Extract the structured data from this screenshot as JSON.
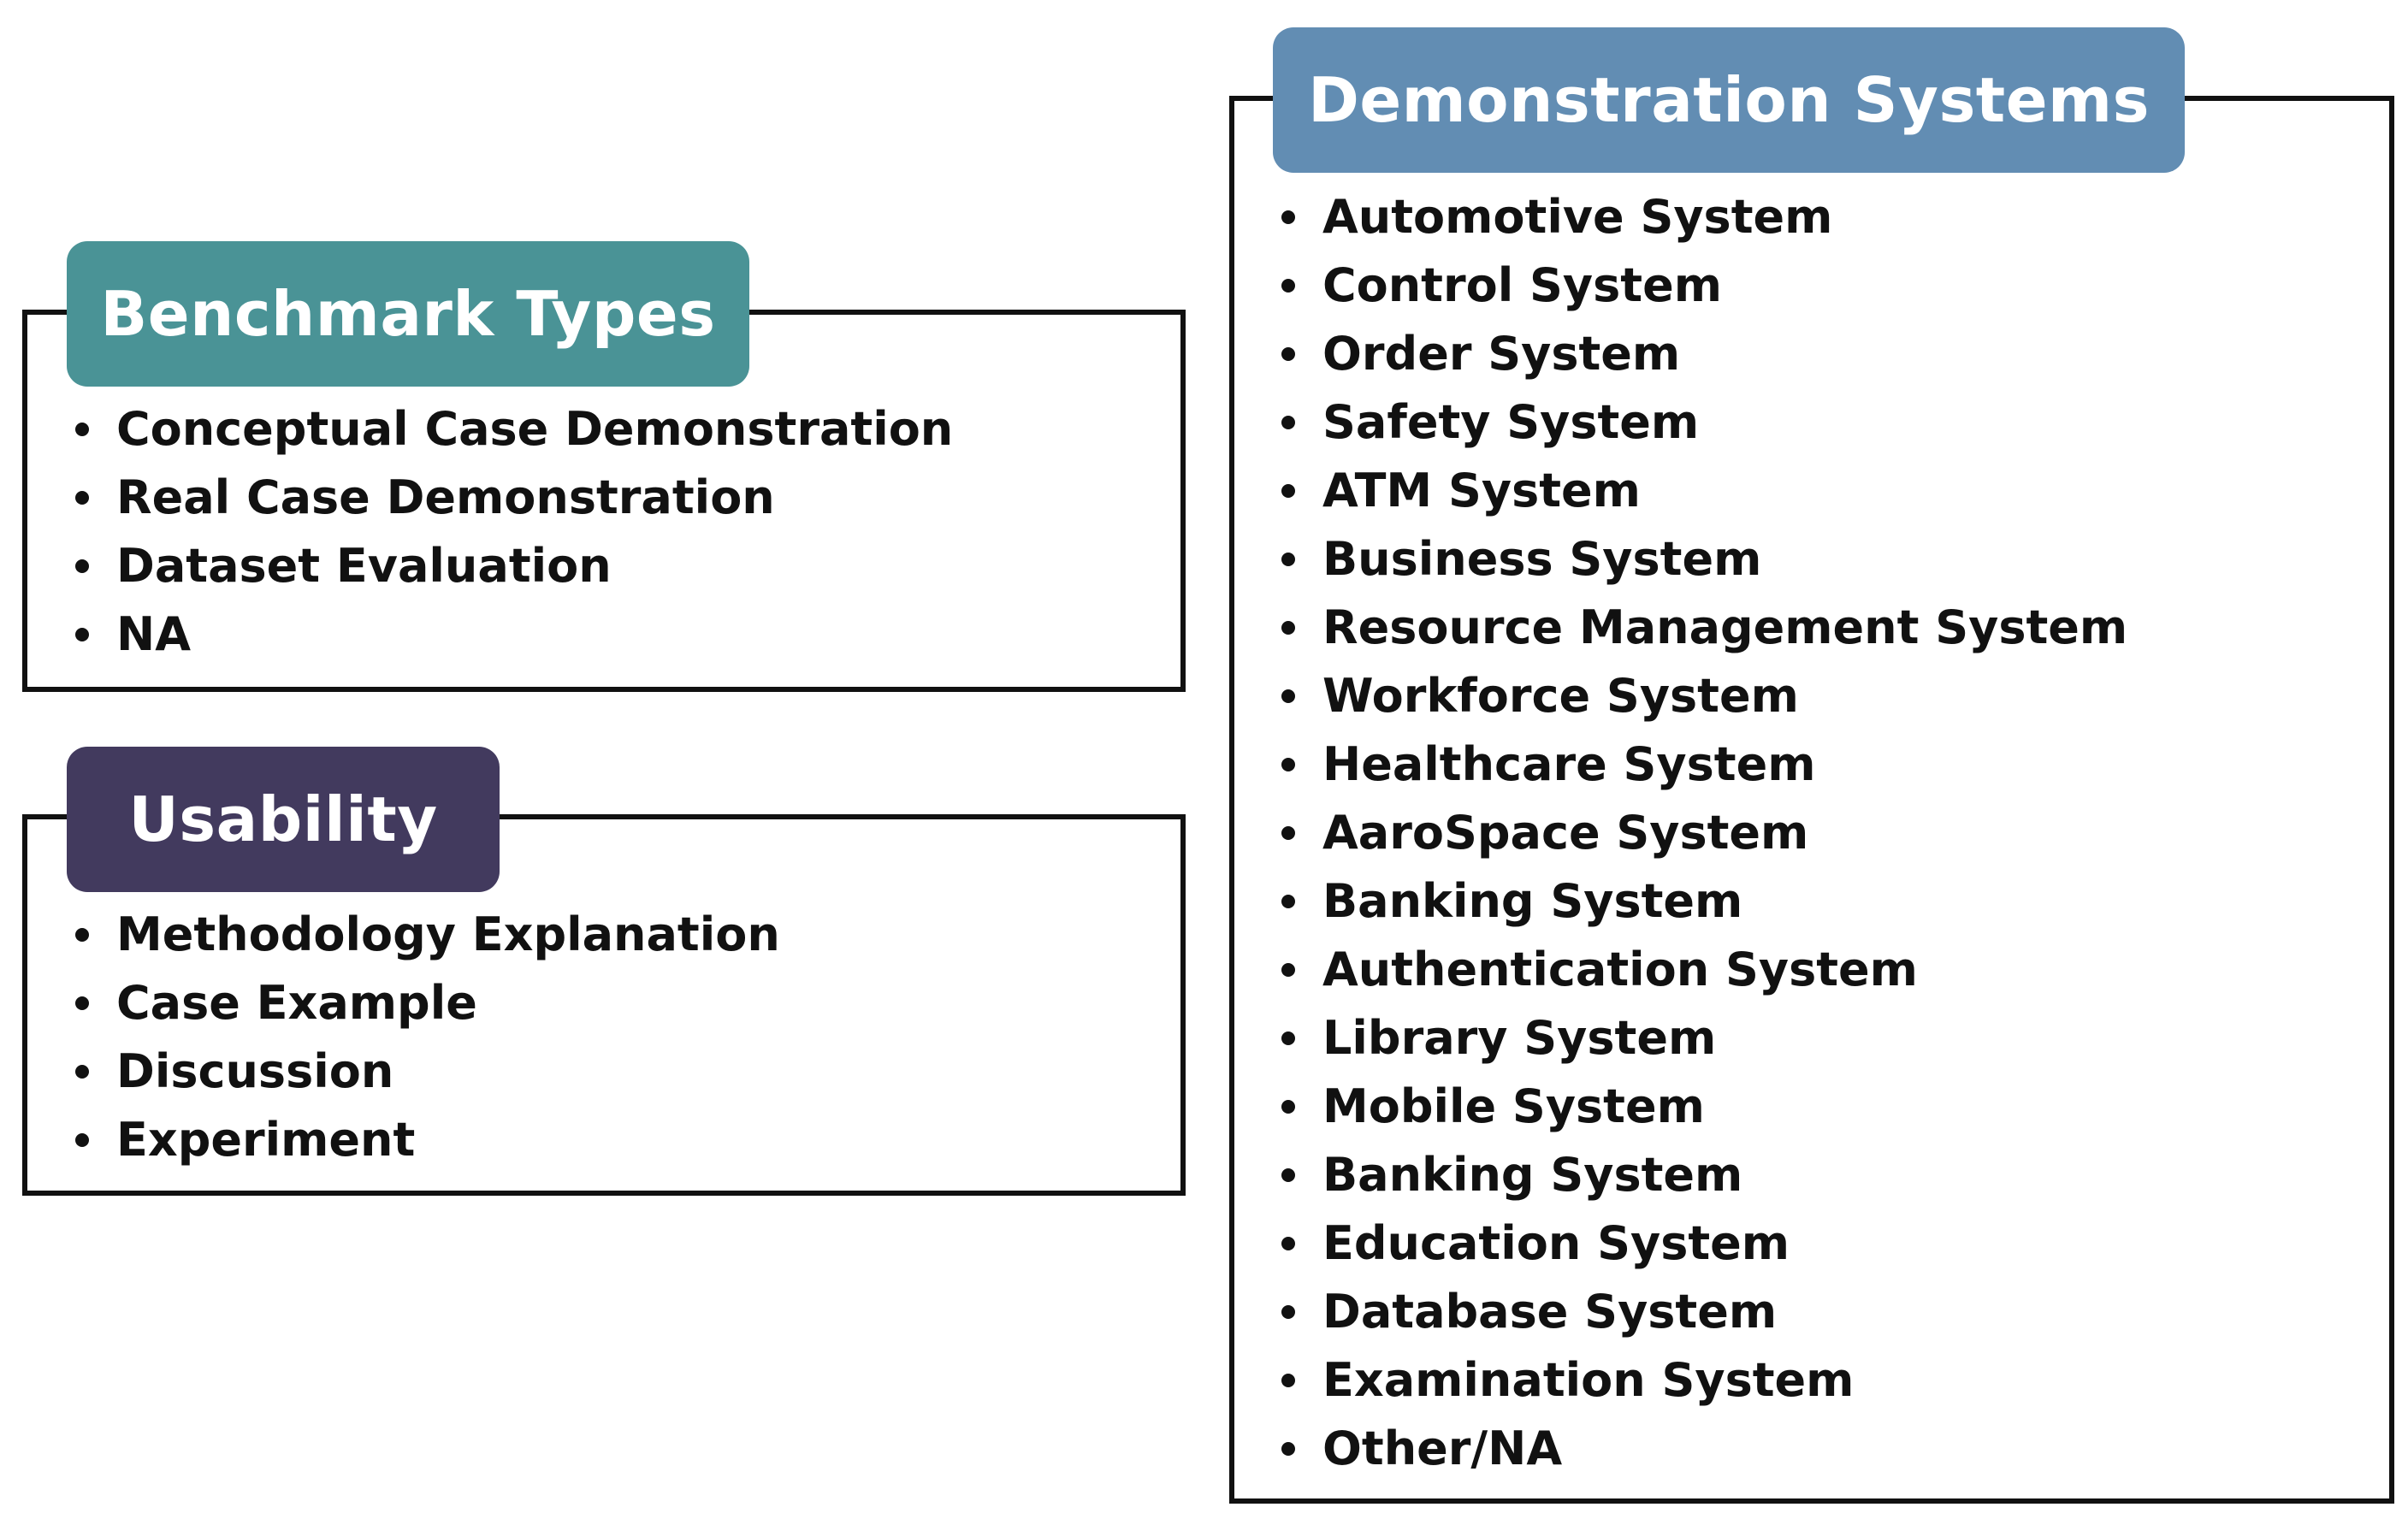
{
  "colors": {
    "benchmark_header": "#4a9396",
    "usability_header": "#423a5e",
    "demo_header": "#628db3",
    "border": "#111111"
  },
  "benchmark_types": {
    "title": "Benchmark Types",
    "items": [
      "Conceptual Case Demonstration",
      "Real Case Demonstration",
      "Dataset Evaluation",
      "NA"
    ]
  },
  "usability": {
    "title": "Usability",
    "items": [
      "Methodology Explanation",
      "Case Example",
      "Discussion",
      "Experiment"
    ]
  },
  "demonstration_systems": {
    "title": "Demonstration Systems",
    "items": [
      "Automotive System",
      "Control System",
      "Order System",
      "Safety System",
      "ATM System",
      "Business System",
      "Resource Management System",
      "Workforce System",
      "Healthcare System",
      "AaroSpace System",
      "Banking System",
      "Authentication System",
      "Library System",
      "Mobile System",
      "Banking System",
      "Education System",
      "Database System",
      "Examination System",
      "Other/NA"
    ]
  }
}
